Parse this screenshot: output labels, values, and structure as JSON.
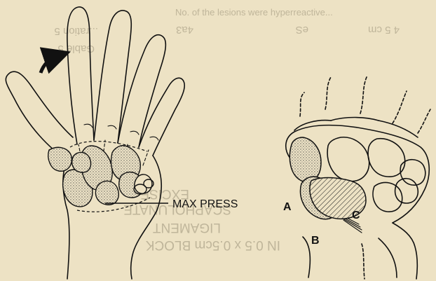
{
  "figure": {
    "callout": "MAX PRESS",
    "point_labels": {
      "a": "A",
      "b": "B",
      "c": "C"
    },
    "showthrough": {
      "top_left": "...ration 5",
      "top_left_2": "Gable 5",
      "top_mid_1": "4a3",
      "top_mid_2": "eS",
      "top_mid_3": "4 5 cm",
      "top_right": "No. of the lesions were hyperreactive...",
      "mid_1": "EXCISE",
      "mid_2": "SCAPHOLUNATE",
      "mid_3": "LIGAMENT",
      "mid_4": "IN 0.5 x 0.5cm BLOCK"
    },
    "colors": {
      "paper": "#ede2c4",
      "ink": "#111111",
      "stipple": "#8a8a8a"
    }
  }
}
